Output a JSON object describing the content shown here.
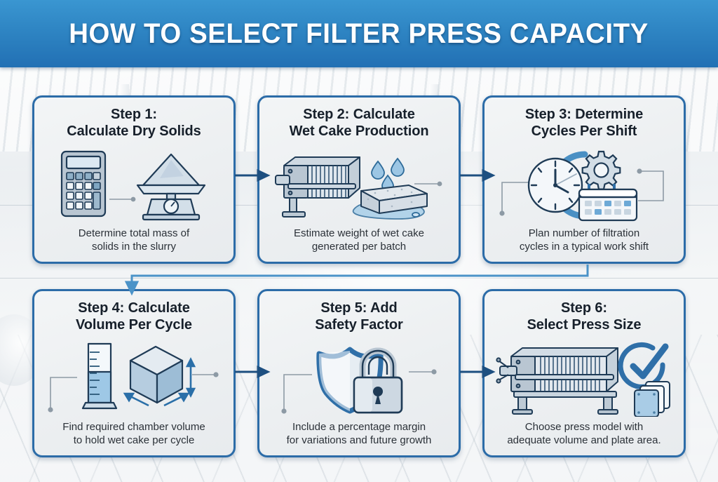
{
  "header": {
    "title": "HOW TO SELECT FILTER PRESS CAPACITY",
    "background_gradient_from": "#3a96d1",
    "background_gradient_to": "#2270b4",
    "text_color": "#ffffff"
  },
  "theme": {
    "card_border_color": "#2c6ca8",
    "card_fill_color": "#eef1f3",
    "title_color": "#17202b",
    "description_color": "#2b3138",
    "connector_color": "#2f6fa8",
    "accent_blue": "#4a8fc4",
    "icon_outline": "#1f3b56",
    "icon_fill_light": "#dce6ee",
    "icon_fill_mid": "#aec4d6",
    "page_background": "#e9edf0"
  },
  "steps": [
    {
      "id": "step-1",
      "title": "Step 1:\nCalculate Dry Solids",
      "description": "Determine total mass of\nsolids in the slurry",
      "icons": [
        "calculator-icon",
        "weighing-scale-icon"
      ]
    },
    {
      "id": "step-2",
      "title": "Step 2: Calculate\nWet Cake Production",
      "description": "Estimate weight of wet cake\ngenerated per batch",
      "icons": [
        "filter-press-icon",
        "water-droplet-icon",
        "wet-cake-block-icon"
      ]
    },
    {
      "id": "step-3",
      "title": "Step 3: Determine\nCycles Per Shift",
      "description": "Plan number of filtration\ncycles in a typical work shift",
      "icons": [
        "clock-icon",
        "gear-icon",
        "calendar-icon"
      ]
    },
    {
      "id": "step-4",
      "title": "Step 4: Calculate\nVolume Per Cycle",
      "description": "Find required chamber volume\nto hold wet cake per cycle",
      "icons": [
        "graduated-cylinder-icon",
        "volume-cube-icon"
      ]
    },
    {
      "id": "step-5",
      "title": "Step 5: Add\nSafety Factor",
      "description": "Include a percentage margin\nfor variations and future growth",
      "icons": [
        "shield-icon",
        "padlock-icon"
      ]
    },
    {
      "id": "step-6",
      "title": "Step 6:\nSelect Press Size",
      "description": "Choose press model with\nadequate volume and plate area.",
      "icons": [
        "filter-press-icon",
        "check-circle-icon",
        "filter-plates-icon"
      ]
    }
  ],
  "connectors": [
    {
      "id": "arrow-step1-step2",
      "type": "horizontal-arrow",
      "direction": "right"
    },
    {
      "id": "arrow-step2-step3",
      "type": "horizontal-arrow",
      "direction": "right"
    },
    {
      "id": "elbow-step3-step4",
      "type": "elbow-arrow",
      "direction": "down"
    },
    {
      "id": "arrow-step4-step5",
      "type": "horizontal-arrow",
      "direction": "right"
    },
    {
      "id": "arrow-step5-step6",
      "type": "horizontal-arrow",
      "direction": "right"
    }
  ]
}
